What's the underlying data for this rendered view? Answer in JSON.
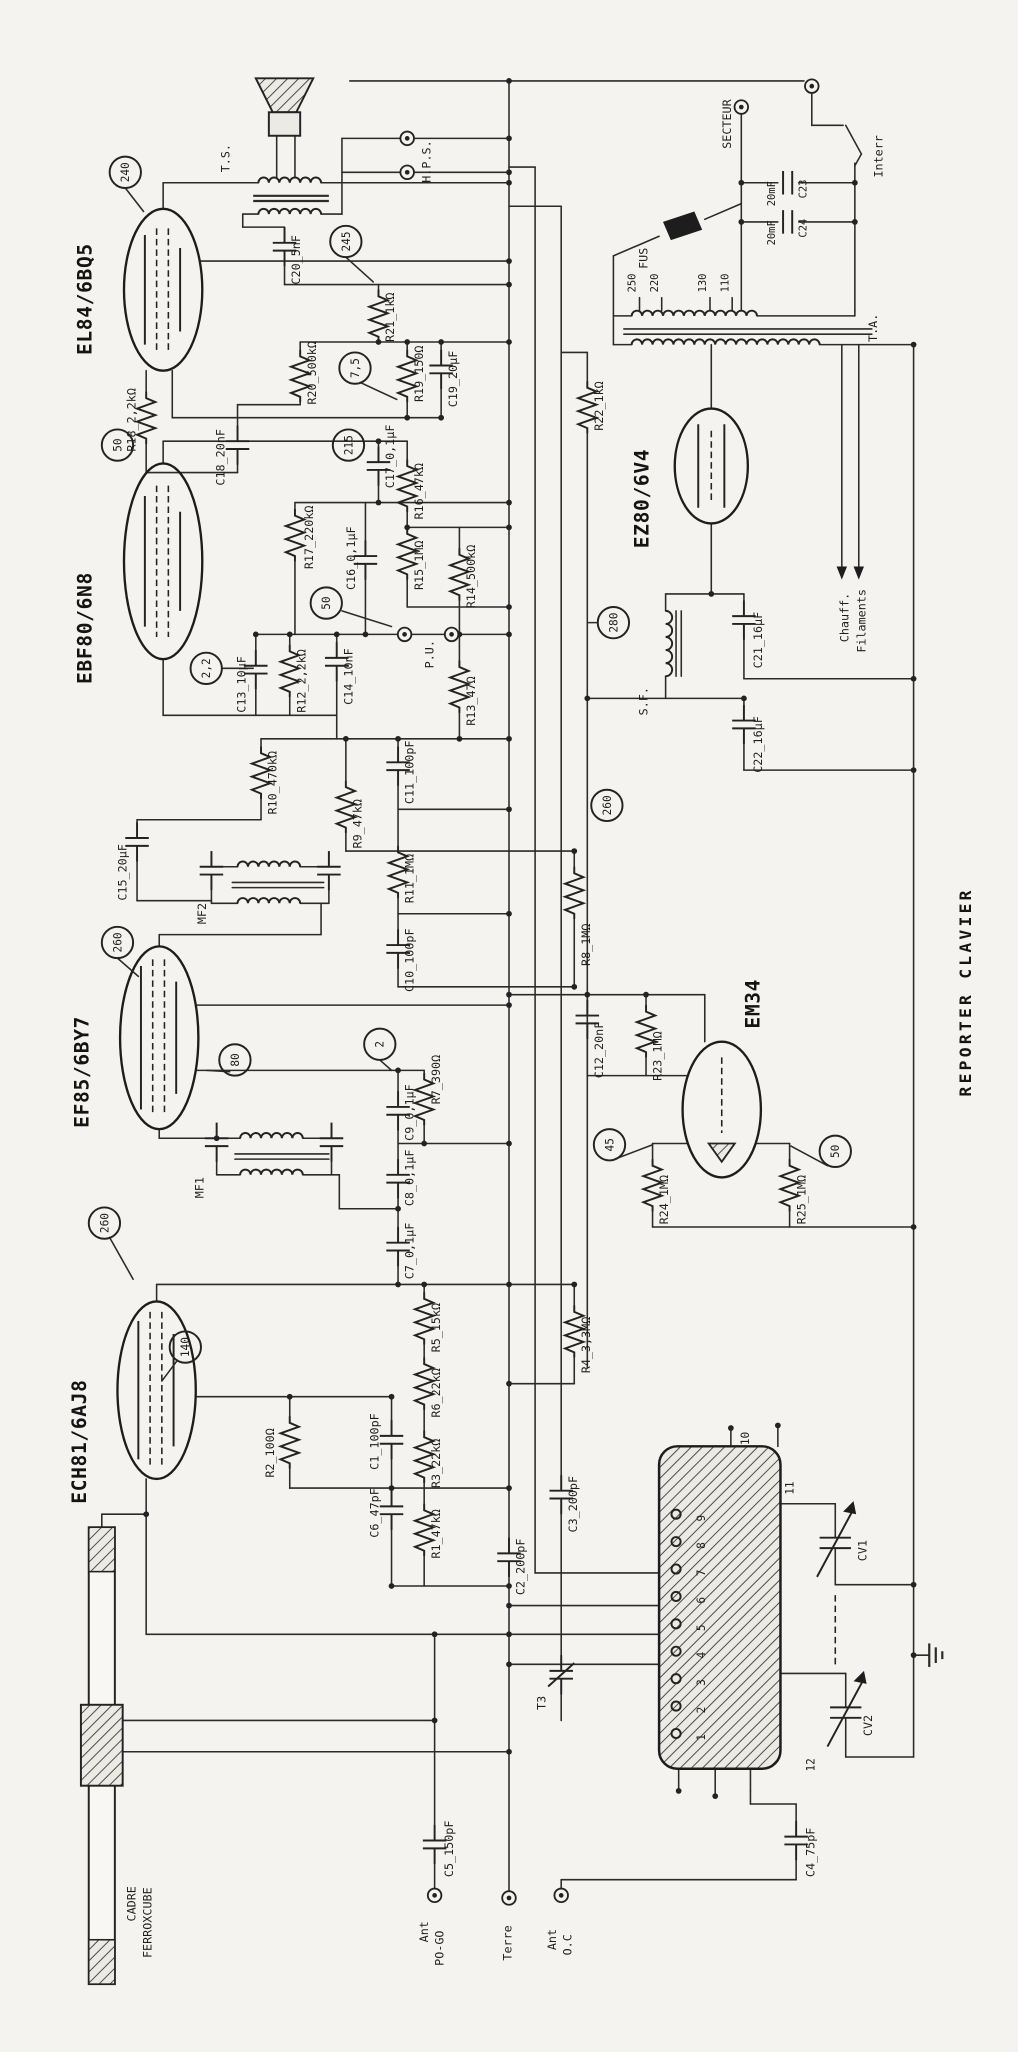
{
  "title": "REPORTER CLAVIER",
  "tubes": {
    "el84": "EL84/6BQ5",
    "ebf80": "EBF80/6N8",
    "ef85": "EF85/6BY7",
    "ech81": "ECH81/6AJ8",
    "ez80": "EZ80/6V4",
    "em34": "EM34"
  },
  "transformers": {
    "ts": "T.S.",
    "ta": "T.A.",
    "sf": "S.F.",
    "mf1": "MF1",
    "mf2": "MF2"
  },
  "labels": {
    "hps": "H.P.S.",
    "pu": "P.U.",
    "secteur": "SECTEUR",
    "interr": "Interr",
    "fus": "FUS",
    "terre": "Terre",
    "ant_po_1": "Ant",
    "ant_po_2": "PO-GO",
    "ant_oc_1": "Ant",
    "ant_oc_2": "O.C",
    "chauff_1": "Chauff.",
    "chauff_2": "Filaments",
    "cadre_1": "CADRE",
    "cadre_2": "FERROXCUBE"
  },
  "components": {
    "c1": "C1_100pF",
    "c2": "C2_200pF",
    "c3": "C3_200pF",
    "c4": "C4_75pF",
    "c5": "C5_150pF",
    "c6": "C6_47pF",
    "c7": "C7_0,1µF",
    "c8": "C8_0,1µF",
    "c9": "C9_0,1µF",
    "c10": "C10_100pF",
    "c11": "C11_100pF",
    "c12": "C12_20nF",
    "c13": "C13_10µF",
    "c14": "C14_10nF",
    "c15": "C15_20µF",
    "c16": "C16_0,1µF",
    "c17": "C17_0,1µF",
    "c18": "C18_20nF",
    "c19": "C19_20µF",
    "c20": "C20_5nF",
    "c21": "C21_16µF",
    "c22": "C22_16µF",
    "c23": "C23",
    "c23v": "20mF",
    "c24": "C24",
    "c24v": "20mF",
    "r1": "R1_47kΩ",
    "r2": "R2_100Ω",
    "r3": "R3_22kΩ",
    "r4": "R4_3,3MΩ",
    "r5": "R5_15kΩ",
    "r6": "R6_22kΩ",
    "r7": "R7_390Ω",
    "r8": "R8_1MΩ",
    "r9": "R9_47kΩ",
    "r10": "R10_470kΩ",
    "r11": "R11_1MΩ",
    "r12": "R12_2,2kΩ",
    "r13": "R13_47Ω",
    "r14": "R14_500kΩ",
    "r15": "R15_1MΩ",
    "r16": "R16_47kΩ",
    "r17": "R17_220kΩ",
    "r18": "R18_2,2kΩ",
    "r19": "R19_150Ω",
    "r20": "R20_500kΩ",
    "r21": "R21_1kΩ",
    "r22": "R22_1kΩ",
    "r23": "R23_1MΩ",
    "r24": "R24_1MΩ",
    "r25": "R25_1MΩ",
    "t3": "T3",
    "cv1": "CV1",
    "cv2": "CV2"
  },
  "taps": [
    "250",
    "220",
    "130",
    "110"
  ],
  "voltages": {
    "v240": "240",
    "v245": "245",
    "v75": "7,5",
    "v50a": "50",
    "v215": "215",
    "v50b": "50",
    "v22": "2,2",
    "v280": "280",
    "v260a": "260",
    "v260b": "260",
    "v2": "2",
    "v80": "80",
    "v260c": "260",
    "v140": "140",
    "v45": "45",
    "v50c": "50"
  },
  "contacts": [
    "1",
    "2",
    "3",
    "4",
    "5",
    "6",
    "7",
    "8",
    "9",
    "10",
    "11",
    "12"
  ]
}
